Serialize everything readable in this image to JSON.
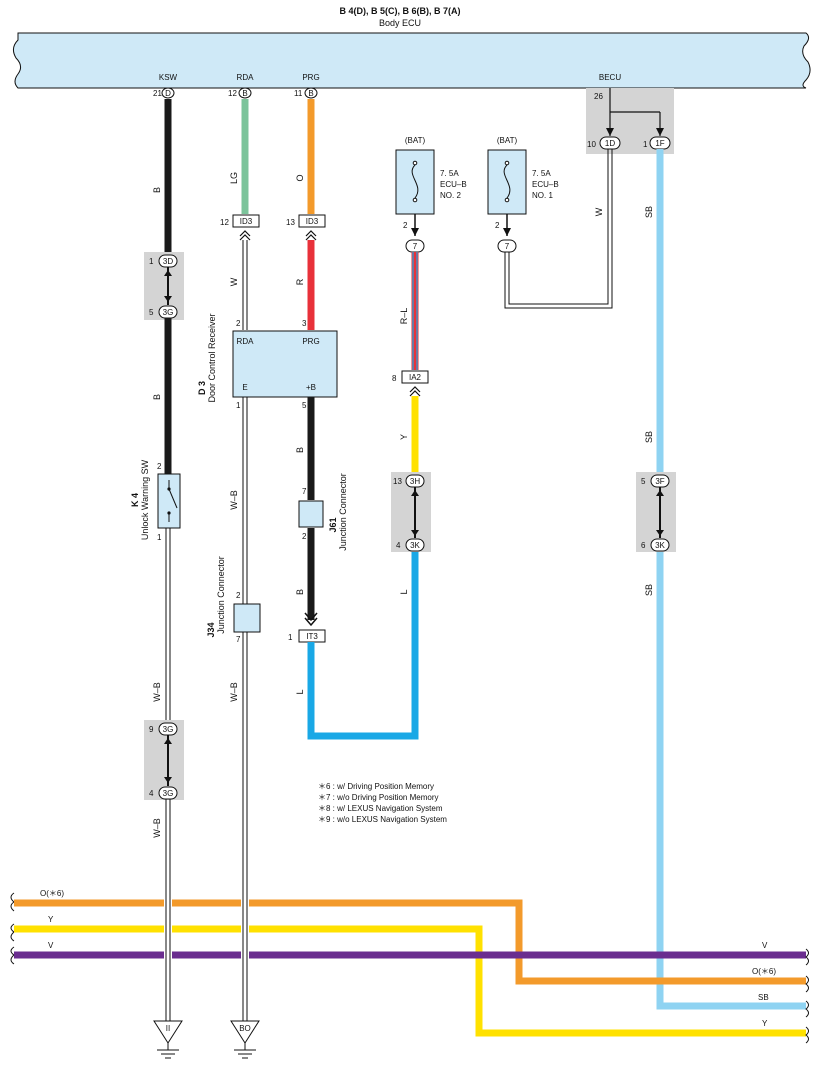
{
  "header": {
    "title": "B 4(D), B 5(C), B 6(B), B 7(A)",
    "subtitle": "Body ECU"
  },
  "ecu_pins": {
    "ksw": {
      "label": "KSW",
      "pin": "21",
      "conn": "D"
    },
    "rda": {
      "label": "RDA",
      "pin": "12",
      "conn": "B"
    },
    "prg": {
      "label": "PRG",
      "pin": "11",
      "conn": "B"
    },
    "becu": {
      "label": "BECU",
      "pin": "26"
    },
    "becu_a": {
      "pin": "10",
      "conn": "1D"
    },
    "becu_b": {
      "pin": "1",
      "conn": "1F"
    }
  },
  "wire_colors": {
    "B": "B",
    "LG": "LG",
    "O": "O",
    "W": "W",
    "R": "R",
    "SB": "SB",
    "RL": "R–L",
    "Y": "Y",
    "L": "L",
    "WB": "W–B",
    "V": "V"
  },
  "fuses": [
    {
      "bat": "(BAT)",
      "rating": "7. 5A",
      "name": "ECU–B",
      "no": "NO. 2",
      "pin": "2",
      "conn": "7"
    },
    {
      "bat": "(BAT)",
      "rating": "7. 5A",
      "name": "ECU–B",
      "no": "NO. 1",
      "pin": "2",
      "conn": "7"
    }
  ],
  "connectors": {
    "id3a": {
      "pin": "12",
      "conn": "ID3"
    },
    "id3b": {
      "pin": "13",
      "conn": "ID3"
    },
    "j3d": {
      "pin": "1",
      "conn": "3D"
    },
    "j3g_top": {
      "pin": "5",
      "conn": "3G"
    },
    "ia2": {
      "pin": "8",
      "conn": "IA2"
    },
    "j3h": {
      "pin": "13",
      "conn": "3H"
    },
    "j3k": {
      "pin": "4",
      "conn": "3K"
    },
    "j3f": {
      "pin": "5",
      "conn": "3F"
    },
    "j3k2": {
      "pin": "6",
      "conn": "3K"
    },
    "it3": {
      "pin": "1",
      "conn": "IT3"
    },
    "j3g_a": {
      "pin": "9",
      "conn": "3G"
    },
    "j3g_b": {
      "pin": "4",
      "conn": "3G"
    }
  },
  "receiver": {
    "id": "D 3",
    "name": "Door Control Receiver",
    "rda": "RDA",
    "prg": "PRG",
    "e": "E",
    "b": "+B",
    "pin_rda": "2",
    "pin_prg": "3",
    "pin_e": "1",
    "pin_b": "5"
  },
  "k4": {
    "id": "K 4",
    "name": "Unlock Warning SW",
    "pin_top": "2",
    "pin_bot": "1"
  },
  "j61": {
    "id": "J61",
    "name": "Junction Connector",
    "pin_top": "7",
    "pin_bot": "2"
  },
  "j34": {
    "id": "J34",
    "name": "Junction Connector",
    "pin_top": "2",
    "pin_bot": "7"
  },
  "notes": [
    "＊6 : w/ Driving Position Memory",
    "＊7 : w/o Driving Position Memory",
    "＊8 : w/ LEXUS Navigation System",
    "＊9 : w/o LEXUS Navigation System"
  ],
  "bus": {
    "o_left": "O(＊6)",
    "y_left": "Y",
    "v_left": "V",
    "v_right": "V",
    "o_right": "O(＊6)",
    "sb_right": "SB",
    "y_right": "Y"
  },
  "grounds": {
    "g1": "II",
    "g2": "BO"
  },
  "colors": {
    "ecu_fill": "#cfe9f7",
    "black": "#1a1a1a",
    "green": "#7cc49b",
    "orange": "#f39a2b",
    "red": "#e8313a",
    "yellow": "#ffe100",
    "blue": "#19a8e6",
    "skyblue": "#8fd3f2",
    "purple": "#6a2d8f",
    "gray_box": "#d4d4d4"
  }
}
